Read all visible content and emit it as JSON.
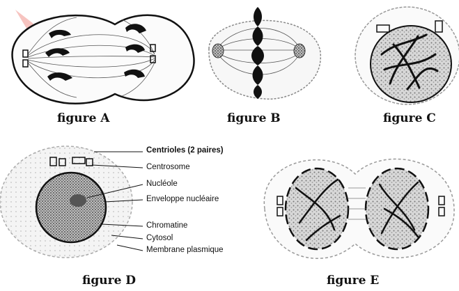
{
  "figures": {
    "a": {
      "caption": "figure A"
    },
    "b": {
      "caption": "figure B"
    },
    "c": {
      "caption": "figure C"
    },
    "d": {
      "caption": "figure D",
      "labels": [
        "Centrioles (2 paires)",
        "Centrosome",
        "Nucléole",
        "Enveloppe nucléaire",
        "Chromatine",
        "Cytosol",
        "Membrane plasmique"
      ]
    },
    "e": {
      "caption": "figure E"
    }
  },
  "colors": {
    "ink": "#111111",
    "shade": "#8a8a8a",
    "light_shade": "#c9c9c9",
    "watermark": "#e8554a"
  }
}
